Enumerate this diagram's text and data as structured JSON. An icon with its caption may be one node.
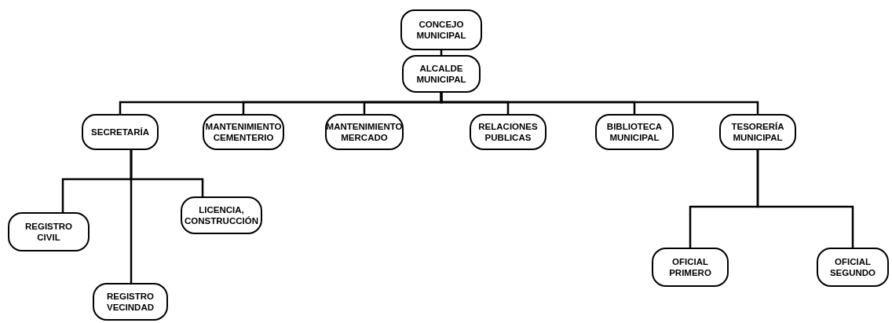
{
  "diagram": {
    "nodes": [
      {
        "text": [
          "CONCEJO MUNICIPAL"
        ]
      },
      {
        "text": [
          "ALCALDE MUNICIPAL"
        ]
      },
      {
        "text": [
          "SECRETARÍA"
        ]
      },
      {
        "text": [
          "MANTENIMIENTO CEMENTERIO"
        ]
      },
      {
        "text": [
          "MANTENIMIENTO MERCADO"
        ]
      },
      {
        "text": [
          "RELACIONES PUBLICAS"
        ]
      },
      {
        "text": [
          "BIBLIOTECA MUNICIPAL"
        ]
      },
      {
        "text": [
          "TESORERÍA MUNICIPAL"
        ]
      },
      {
        "text": [
          "REGISTRO CIVIL"
        ]
      },
      {
        "text": [
          "LICENCIA, CONSTRUCCIÓN"
        ]
      },
      {
        "text": [
          "REGISTRO VECINDAD"
        ]
      },
      {
        "text": [
          "OFICIAL PRIMERO"
        ]
      },
      {
        "text": [
          "OFICIAL SEGUNDO"
        ]
      }
    ],
    "edges": [
      {
        "from": 0,
        "to": 1,
        "arrow": "none"
      },
      {
        "from": 1,
        "to": 2,
        "arrow": "none"
      },
      {
        "from": 1,
        "to": 3,
        "arrow": "none"
      },
      {
        "from": 1,
        "to": 4,
        "arrow": "none"
      },
      {
        "from": 1,
        "to": 5,
        "arrow": "none"
      },
      {
        "from": 1,
        "to": 6,
        "arrow": "none"
      },
      {
        "from": 1,
        "to": 7,
        "arrow": "none"
      },
      {
        "from": 2,
        "to": 8,
        "arrow": "none"
      },
      {
        "from": 2,
        "to": 9,
        "arrow": "none"
      },
      {
        "from": 2,
        "to": 10,
        "arrow": "none"
      },
      {
        "from": 7,
        "to": 11,
        "arrow": "none"
      },
      {
        "from": 7,
        "to": 12,
        "arrow": "none"
      }
    ]
  }
}
